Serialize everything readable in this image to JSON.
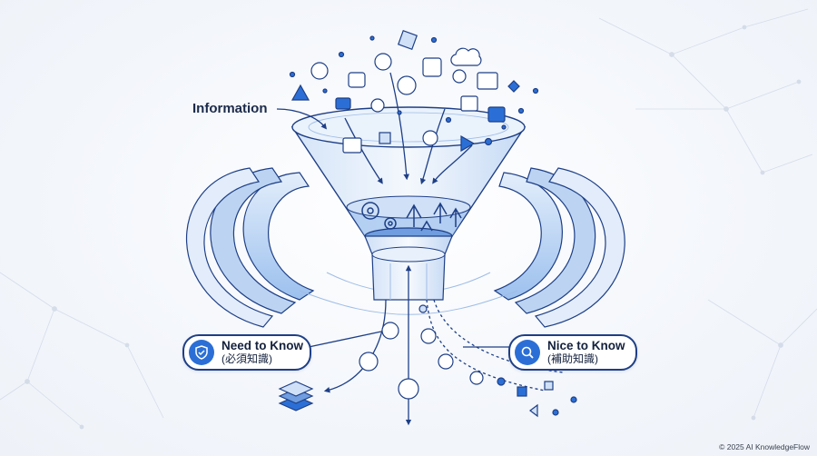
{
  "diagram": {
    "information_label": "Information",
    "need_to_know": {
      "title": "Need to Know",
      "subtitle": "(必須知識)",
      "icon": "shield-check-icon"
    },
    "nice_to_know": {
      "title": "Nice to Know",
      "subtitle": "(補助知識)",
      "icon": "search-icon"
    },
    "copyright": "© 2025 AI KnowledgeFlow"
  },
  "colors": {
    "primary": "#2b6fd6",
    "dark": "#1e3f86",
    "light": "#cfe0f7",
    "pale": "#eaf2fc"
  }
}
